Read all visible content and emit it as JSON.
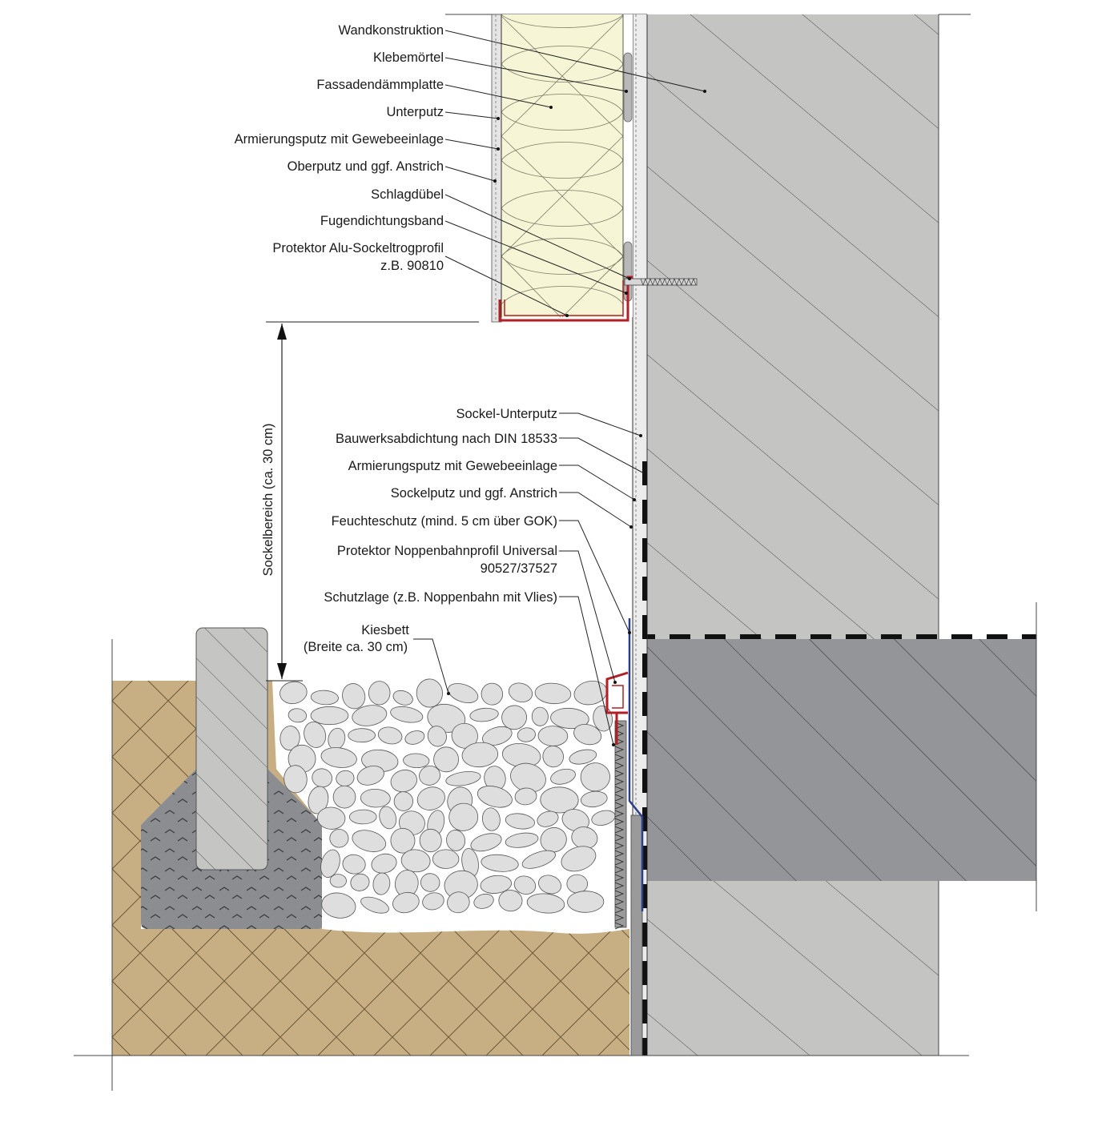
{
  "labels_upper": [
    {
      "id": "wandkonstruktion",
      "text": "Wandkonstruktion"
    },
    {
      "id": "klebemoertel",
      "text": "Klebemörtel"
    },
    {
      "id": "fassadendaemmplatte",
      "text": "Fassadendämmplatte"
    },
    {
      "id": "unterputz",
      "text": "Unterputz"
    },
    {
      "id": "armierungsputz-oben",
      "text": "Armierungsputz mit Gewebeeinlage"
    },
    {
      "id": "oberputz",
      "text": "Oberputz und ggf. Anstrich"
    },
    {
      "id": "schlagduebel",
      "text": "Schlagdübel"
    },
    {
      "id": "fugendichtungsband",
      "text": "Fugendichtungsband"
    },
    {
      "id": "sockeltrogprofil-1",
      "text": "Protektor Alu-Sockeltrogprofil"
    },
    {
      "id": "sockeltrogprofil-2",
      "text": "z.B. 90810"
    }
  ],
  "labels_lower": [
    {
      "id": "sockel-unterputz",
      "text": "Sockel-Unterputz"
    },
    {
      "id": "bauwerksabdichtung",
      "text": "Bauwerksabdichtung nach DIN 18533"
    },
    {
      "id": "armierungsputz-unten",
      "text": "Armierungsputz mit Gewebeeinlage"
    },
    {
      "id": "sockelputz",
      "text": "Sockelputz und ggf. Anstrich"
    },
    {
      "id": "feuchteschutz",
      "text": "Feuchteschutz (mind. 5 cm über GOK)"
    },
    {
      "id": "noppenbahnprofil-1",
      "text": "Protektor Noppenbahnprofil Universal"
    },
    {
      "id": "noppenbahnprofil-2",
      "text": "90527/37527"
    },
    {
      "id": "schutzlage",
      "text": "Schutzlage (z.B. Noppenbahn mit Vlies)"
    }
  ],
  "kiesbett": {
    "line1": "Kiesbett",
    "line2": "(Breite ca. 30 cm)"
  },
  "dimension": {
    "text": "Sockelbereich (ca. 30 cm)"
  },
  "colors": {
    "wall": "#c4c4c3",
    "slab": "#939598",
    "soil": "#c8ae83",
    "insulation": "#f6f5d6",
    "foundation": "#8b8d90",
    "curb": "#c5c5c4",
    "gravel_bed": "#ffffff",
    "stone_fill": "#dedede",
    "profile_red": "#b31f24",
    "profile_blue": "#2b3e8c",
    "dark": "#1a1a1a"
  }
}
